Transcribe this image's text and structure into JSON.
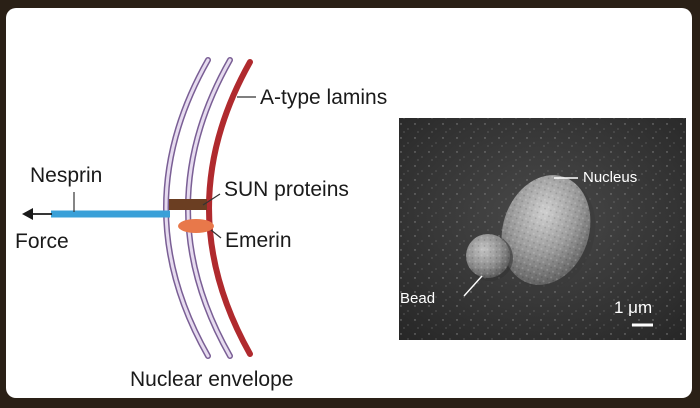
{
  "diagram": {
    "labels": {
      "a_type_lamins": "A-type lamins",
      "nesprin": "Nesprin",
      "sun_proteins": "SUN proteins",
      "force": "Force",
      "emerin": "Emerin",
      "nuclear_envelope": "Nuclear envelope"
    },
    "colors": {
      "outer_membrane": "#b9a0d0",
      "lamina": "#b02a2e",
      "nesprin": "#39a0d8",
      "sun": "#6b3e22",
      "emerin": "#e8784a"
    }
  },
  "micrograph": {
    "labels": {
      "nucleus": "Nucleus",
      "bead": "Bead",
      "scale": "1 μm"
    }
  }
}
